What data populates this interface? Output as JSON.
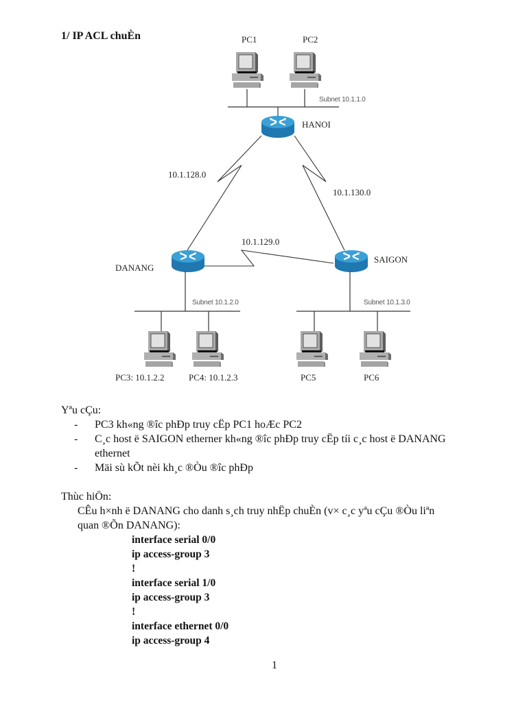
{
  "document": {
    "heading": "1/ IP ACL chuÈn",
    "page_number": "1"
  },
  "diagram": {
    "routers": [
      {
        "id": "hanoi",
        "label": "HANOI"
      },
      {
        "id": "danang",
        "label": "DANANG"
      },
      {
        "id": "saigon",
        "label": "SAIGON"
      }
    ],
    "links": [
      {
        "label": "10.1.128.0",
        "from": "hanoi",
        "to": "danang"
      },
      {
        "label": "10.1.130.0",
        "from": "hanoi",
        "to": "saigon"
      },
      {
        "label": "10.1.129.0",
        "from": "danang",
        "to": "saigon"
      }
    ],
    "subnets": [
      {
        "label": "Subnet 10.1.1.0",
        "router": "hanoi"
      },
      {
        "label": "Subnet 10.1.2.0",
        "router": "danang"
      },
      {
        "label": "Subnet 10.1.3.0",
        "router": "saigon"
      }
    ],
    "pcs": [
      {
        "label": "PC1"
      },
      {
        "label": "PC2"
      },
      {
        "label": "PC3: 10.1.2.2"
      },
      {
        "label": "PC4: 10.1.2.3"
      },
      {
        "label": "PC5"
      },
      {
        "label": "PC6"
      }
    ],
    "colors": {
      "router_top": "#3aa0d6",
      "router_side": "#1f78b0",
      "pc_body": "#9a9a9a",
      "line": "#333333"
    }
  },
  "requirements": {
    "heading": "Yªu cÇu:",
    "items": [
      "PC3 kh«ng ®îc phÐp  truy cËp PC1 hoÆc PC2",
      "C¸c host ë SAIGON etherner kh«ng ®îc phÐp truy cËp tíi c¸c host ë DANANG",
      "ethernet",
      "Mäi sù kÕt nèi kh¸c ®Òu ®îc phÐp"
    ]
  },
  "implementation": {
    "heading": "Thùc hiÖn:",
    "intro_line1": "CÊu h×nh ë DANANG cho danh s¸ch truy nhËp chuÈn (v× c¸c yªu cÇu ®Òu liªn",
    "intro_line2": "quan ®Õn DANANG):",
    "config_lines": [
      "interface serial 0/0",
      "ip access-group 3",
      "!",
      "interface serial 1/0",
      "ip access-group 3",
      "!",
      "interface ethernet 0/0",
      "ip access-group 4"
    ]
  }
}
